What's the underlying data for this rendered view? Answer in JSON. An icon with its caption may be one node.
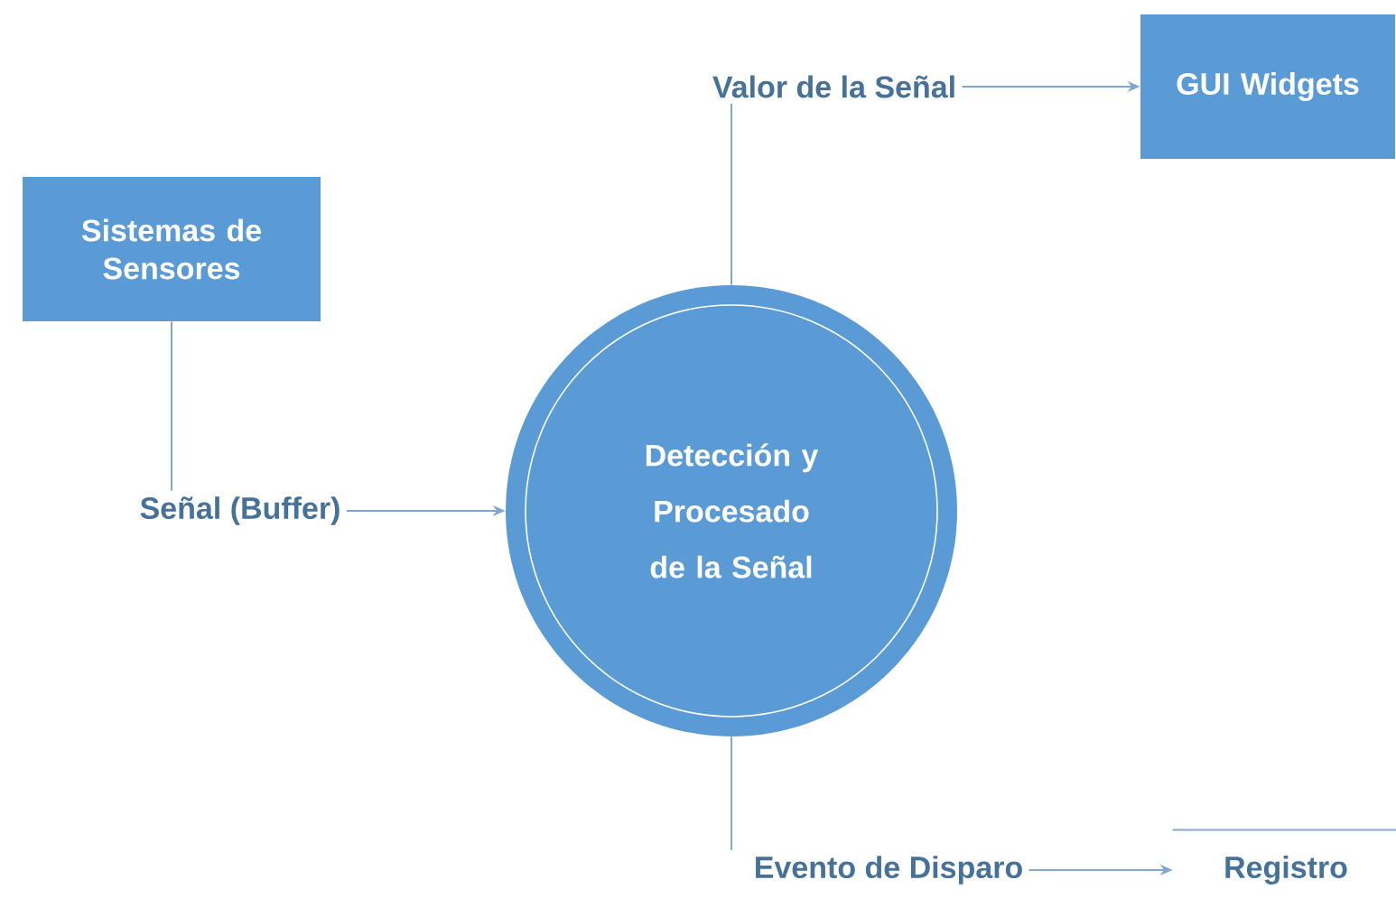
{
  "diagram": {
    "nodes": [
      {
        "text": [
          "Valor de la Señal"
        ]
      },
      {
        "text": [
          "GUI Widgets"
        ]
      },
      {
        "text": [
          "Sistemas de Sensores"
        ]
      },
      {
        "text": [
          "Señal (Buffer)"
        ]
      },
      {
        "text": [
          "Detección y Procesado de la Señal"
        ]
      },
      {
        "text": [
          "Evento de Disparo"
        ]
      },
      {
        "text": [
          "Registro"
        ]
      }
    ],
    "edges": [
      {
        "from": 2,
        "to": 3,
        "arrow": "none"
      },
      {
        "from": 3,
        "to": 4,
        "arrow": "to"
      },
      {
        "from": 4,
        "to": 0,
        "arrow": "none"
      },
      {
        "from": 0,
        "to": 1,
        "arrow": "to"
      },
      {
        "from": 4,
        "to": 5,
        "arrow": "none"
      },
      {
        "from": 5,
        "to": 6,
        "arrow": "to"
      }
    ]
  }
}
